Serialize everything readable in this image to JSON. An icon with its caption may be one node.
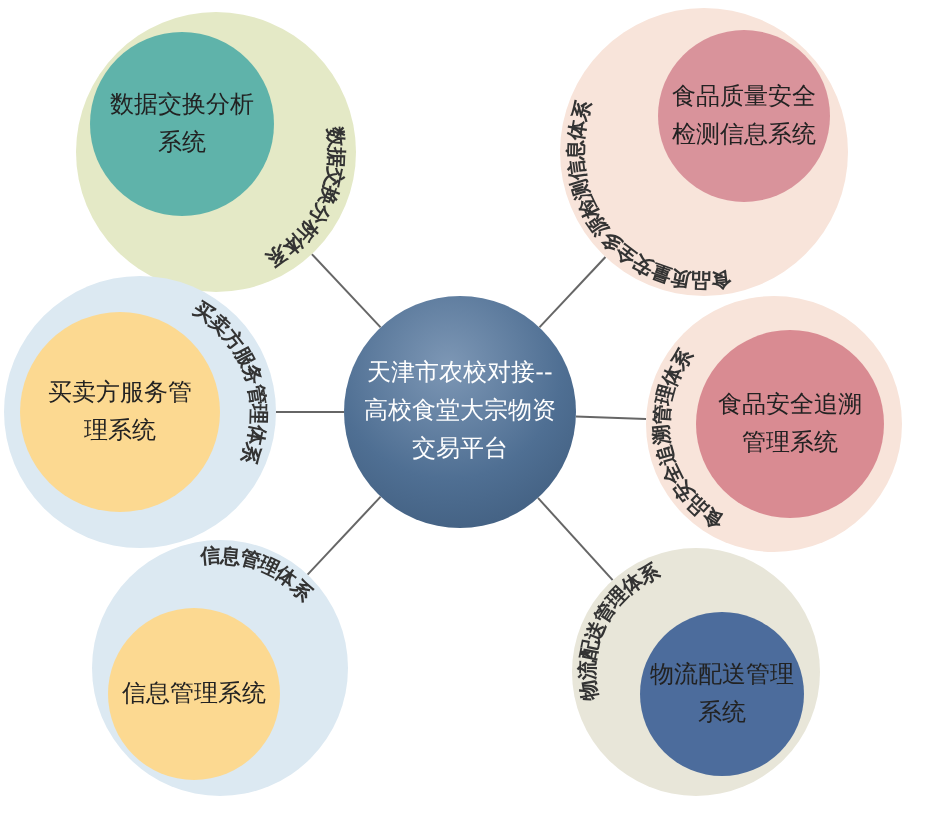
{
  "diagram": {
    "nodes": [
      {
        "text": [
          "数据交换分析体系"
        ]
      },
      {
        "text": [
          "数据交换分析系统"
        ],
        "in": 0
      },
      {
        "text": [
          "食品质量安全多源检测信息体系"
        ]
      },
      {
        "text": [
          "食品质量安全检测信息系统"
        ],
        "in": 2
      },
      {
        "text": [
          "买卖方服务管理体系"
        ]
      },
      {
        "text": [
          "买卖方服务管理系统"
        ],
        "in": 4
      },
      {
        "text": [
          "天津市农校对接--高校食堂大宗物资交易平台"
        ]
      },
      {
        "text": [
          "食品安全追溯管理体系"
        ]
      },
      {
        "text": [
          "食品安全追溯管理系统"
        ],
        "in": 7
      },
      {
        "text": [
          "信息管理体系"
        ]
      },
      {
        "text": [
          "信息管理系统"
        ],
        "in": 9
      },
      {
        "text": [
          "物流配送管理体系"
        ]
      },
      {
        "text": [
          "物流配送管理系统"
        ],
        "in": 11
      }
    ],
    "edges": [
      {
        "from": 6,
        "to": 0,
        "arrow": "none"
      },
      {
        "from": 6,
        "to": 2,
        "arrow": "none"
      },
      {
        "from": 6,
        "to": 4,
        "arrow": "none"
      },
      {
        "from": 6,
        "to": 7,
        "arrow": "none"
      },
      {
        "from": 6,
        "to": 9,
        "arrow": "none"
      },
      {
        "from": 6,
        "to": 11,
        "arrow": "none"
      }
    ]
  }
}
